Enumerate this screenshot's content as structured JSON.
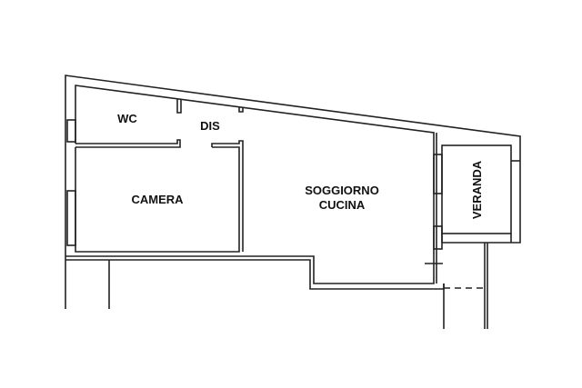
{
  "plan": {
    "rooms": {
      "wc": "WC",
      "dis": "DIS",
      "camera": "CAMERA",
      "soggiorno_line1": "SOGGIORNO",
      "soggiorno_line2": "CUCINA",
      "veranda": "VERANDA"
    }
  },
  "colors": {
    "line": "#222222",
    "background": "#ffffff"
  }
}
